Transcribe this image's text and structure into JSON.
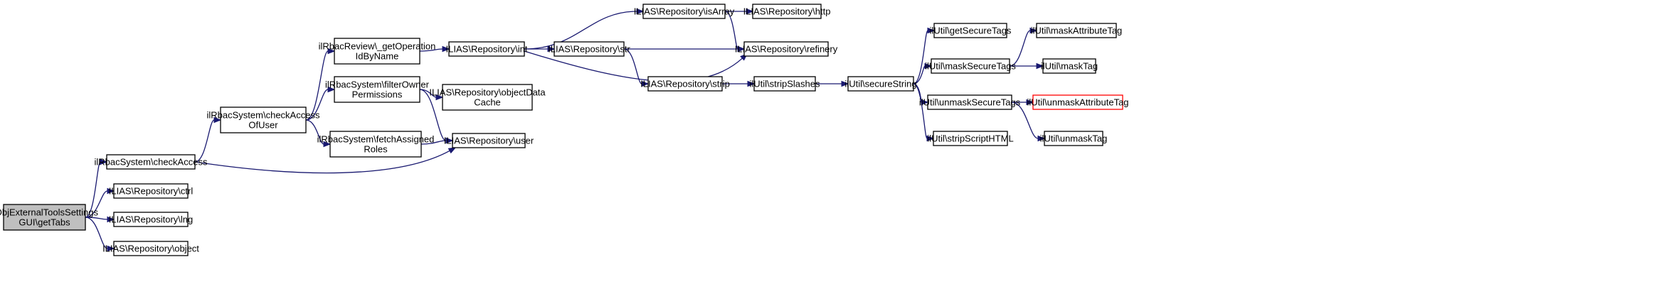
{
  "colors": {
    "edge": "#191970",
    "node_border": "#000000",
    "node_fill": "#ffffff",
    "root_fill": "#bfbfbf",
    "highlight_border": "#ff0000"
  },
  "nodes": [
    {
      "id": "n0",
      "lines": [
        "ilObjExternalToolsSettings",
        "GUI\\getTabs"
      ],
      "style": "root"
    },
    {
      "id": "n1",
      "lines": [
        "ilRbacSystem\\checkAccess"
      ]
    },
    {
      "id": "n2",
      "lines": [
        "ILIAS\\Repository\\ctrl"
      ]
    },
    {
      "id": "n3",
      "lines": [
        "ILIAS\\Repository\\lng"
      ]
    },
    {
      "id": "n4",
      "lines": [
        "ILIAS\\Repository\\object"
      ]
    },
    {
      "id": "n5",
      "lines": [
        "ilRbacSystem\\checkAccess",
        "OfUser"
      ]
    },
    {
      "id": "n6",
      "lines": [
        "ILIAS\\Repository\\user"
      ]
    },
    {
      "id": "n7",
      "lines": [
        "ilRbacReview\\_getOperation",
        "IdByName"
      ]
    },
    {
      "id": "n8",
      "lines": [
        "ilRbacSystem\\filterOwner",
        "Permissions"
      ]
    },
    {
      "id": "n9",
      "lines": [
        "ilRbacSystem\\fetchAssigned",
        "Roles"
      ]
    },
    {
      "id": "n10",
      "lines": [
        "ILIAS\\Repository\\int"
      ]
    },
    {
      "id": "n11",
      "lines": [
        "ILIAS\\Repository\\objectData",
        "Cache"
      ]
    },
    {
      "id": "n12",
      "lines": [
        "ILIAS\\Repository\\str"
      ]
    },
    {
      "id": "n13",
      "lines": [
        "ILIAS\\Repository\\isArray"
      ]
    },
    {
      "id": "n14",
      "lines": [
        "ILIAS\\Repository\\refinery"
      ]
    },
    {
      "id": "n15",
      "lines": [
        "ILIAS\\Repository\\strip"
      ]
    },
    {
      "id": "n16",
      "lines": [
        "ILIAS\\Repository\\http"
      ]
    },
    {
      "id": "n17",
      "lines": [
        "ilUtil\\stripSlashes"
      ]
    },
    {
      "id": "n18",
      "lines": [
        "ilUtil\\secureString"
      ]
    },
    {
      "id": "n19",
      "lines": [
        "ilUtil\\getSecureTags"
      ]
    },
    {
      "id": "n20",
      "lines": [
        "ilUtil\\maskSecureTags"
      ]
    },
    {
      "id": "n21",
      "lines": [
        "ilUtil\\unmaskSecureTags"
      ]
    },
    {
      "id": "n22",
      "lines": [
        "ilUtil\\stripScriptHTML"
      ]
    },
    {
      "id": "n23",
      "lines": [
        "ilUtil\\maskAttributeTag"
      ]
    },
    {
      "id": "n24",
      "lines": [
        "ilUtil\\maskTag"
      ]
    },
    {
      "id": "n25",
      "lines": [
        "ilUtil\\unmaskAttributeTag"
      ],
      "style": "highlight"
    },
    {
      "id": "n26",
      "lines": [
        "ilUtil\\unmaskTag"
      ]
    }
  ],
  "edges": [
    {
      "from": "n0",
      "to": "n1"
    },
    {
      "from": "n0",
      "to": "n2"
    },
    {
      "from": "n0",
      "to": "n3"
    },
    {
      "from": "n0",
      "to": "n4"
    },
    {
      "from": "n1",
      "to": "n5"
    },
    {
      "from": "n1",
      "to": "n6"
    },
    {
      "from": "n5",
      "to": "n7"
    },
    {
      "from": "n5",
      "to": "n8"
    },
    {
      "from": "n5",
      "to": "n9"
    },
    {
      "from": "n7",
      "to": "n10"
    },
    {
      "from": "n8",
      "to": "n11"
    },
    {
      "from": "n8",
      "to": "n6"
    },
    {
      "from": "n9",
      "to": "n6"
    },
    {
      "from": "n10",
      "to": "n12"
    },
    {
      "from": "n10",
      "to": "n13"
    },
    {
      "from": "n10",
      "to": "n14"
    },
    {
      "from": "n12",
      "to": "n14"
    },
    {
      "from": "n12",
      "to": "n15"
    },
    {
      "from": "n13",
      "to": "n16"
    },
    {
      "from": "n13",
      "to": "n14"
    },
    {
      "from": "n15",
      "to": "n17"
    },
    {
      "from": "n17",
      "to": "n18"
    },
    {
      "from": "n18",
      "to": "n19"
    },
    {
      "from": "n18",
      "to": "n20"
    },
    {
      "from": "n18",
      "to": "n21"
    },
    {
      "from": "n18",
      "to": "n22"
    },
    {
      "from": "n20",
      "to": "n23"
    },
    {
      "from": "n20",
      "to": "n24"
    },
    {
      "from": "n21",
      "to": "n25"
    },
    {
      "from": "n21",
      "to": "n26"
    }
  ]
}
